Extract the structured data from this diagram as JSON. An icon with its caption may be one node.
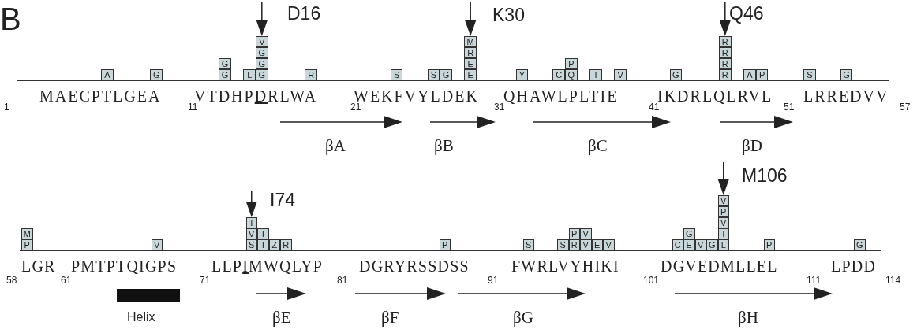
{
  "diagram": {
    "nodes": [
      {
        "text": [
          "A"
        ]
      },
      {
        "text": [
          "G"
        ]
      },
      {
        "text": [
          "G"
        ]
      },
      {
        "text": [
          "G"
        ]
      },
      {
        "text": [
          "L"
        ]
      },
      {
        "text": [
          "V"
        ]
      },
      {
        "text": [
          "G"
        ]
      },
      {
        "text": [
          "G"
        ]
      },
      {
        "text": [
          "G"
        ]
      },
      {
        "text": [
          "R"
        ]
      },
      {
        "text": [
          "S"
        ]
      },
      {
        "text": [
          "S"
        ]
      },
      {
        "text": [
          "G"
        ]
      },
      {
        "text": [
          "M"
        ]
      },
      {
        "text": [
          "R"
        ]
      },
      {
        "text": [
          "E"
        ]
      },
      {
        "text": [
          "E"
        ]
      },
      {
        "text": [
          "Y"
        ]
      },
      {
        "text": [
          "C"
        ]
      },
      {
        "text": [
          "P"
        ]
      },
      {
        "text": [
          "Q"
        ]
      },
      {
        "text": [
          "I"
        ]
      },
      {
        "text": [
          "V"
        ]
      },
      {
        "text": [
          "G"
        ]
      },
      {
        "text": [
          "R"
        ]
      },
      {
        "text": [
          "R"
        ]
      },
      {
        "text": [
          "R"
        ]
      },
      {
        "text": [
          "R"
        ]
      },
      {
        "text": [
          "A"
        ]
      },
      {
        "text": [
          "P"
        ]
      },
      {
        "text": [
          "S"
        ]
      },
      {
        "text": [
          "G"
        ]
      },
      {
        "text": [
          "M"
        ]
      },
      {
        "text": [
          "P"
        ]
      },
      {
        "text": [
          "V"
        ]
      },
      {
        "text": [
          "T"
        ]
      },
      {
        "text": [
          "V"
        ]
      },
      {
        "text": [
          "S"
        ]
      },
      {
        "text": [
          "T"
        ]
      },
      {
        "text": [
          "T"
        ]
      },
      {
        "text": [
          "Z"
        ]
      },
      {
        "text": [
          "R"
        ]
      },
      {
        "text": [
          "P"
        ]
      },
      {
        "text": [
          "S"
        ]
      },
      {
        "text": [
          "S"
        ]
      },
      {
        "text": [
          "P"
        ]
      },
      {
        "text": [
          "R"
        ]
      },
      {
        "text": [
          "V"
        ]
      },
      {
        "text": [
          "V"
        ]
      },
      {
        "text": [
          "E"
        ]
      },
      {
        "text": [
          "V"
        ]
      },
      {
        "text": [
          "C"
        ]
      },
      {
        "text": [
          "G"
        ]
      },
      {
        "text": [
          "E"
        ]
      },
      {
        "text": [
          "V"
        ]
      },
      {
        "text": [
          "G"
        ]
      },
      {
        "text": [
          "V"
        ]
      },
      {
        "text": [
          "P"
        ]
      },
      {
        "text": [
          "V"
        ]
      },
      {
        "text": [
          "T"
        ]
      },
      {
        "text": [
          "L"
        ]
      },
      {
        "text": [
          "P"
        ]
      },
      {
        "text": [
          "G"
        ]
      },
      {
        "text": [],
        "shape": "bar",
        "beside": [
          "Helix"
        ]
      }
    ],
    "labels": [
      "B",
      "D16",
      "K30",
      "Q46",
      "MAECPTLGEA",
      "VTDHPDRLWA",
      "WEKFVYLDEK",
      "QHAWLPLTIE",
      "IKDRLQLRVL",
      "LRREDVV",
      "1",
      "11",
      "21",
      "31",
      "41",
      "51",
      "57",
      "βA",
      "βB",
      "βC",
      "βD",
      "I74",
      "M106",
      "LGR",
      "PMTPTQIGPS",
      "LLPIMWQLYP",
      "DGRYRSSDSS",
      "FWRLVYHIKI",
      "DGVEDMLLEL",
      "LPDD",
      "58",
      "61",
      "71",
      "81",
      "91",
      "101",
      "111",
      "114",
      "βE",
      "βF",
      "βG",
      "βH"
    ]
  }
}
